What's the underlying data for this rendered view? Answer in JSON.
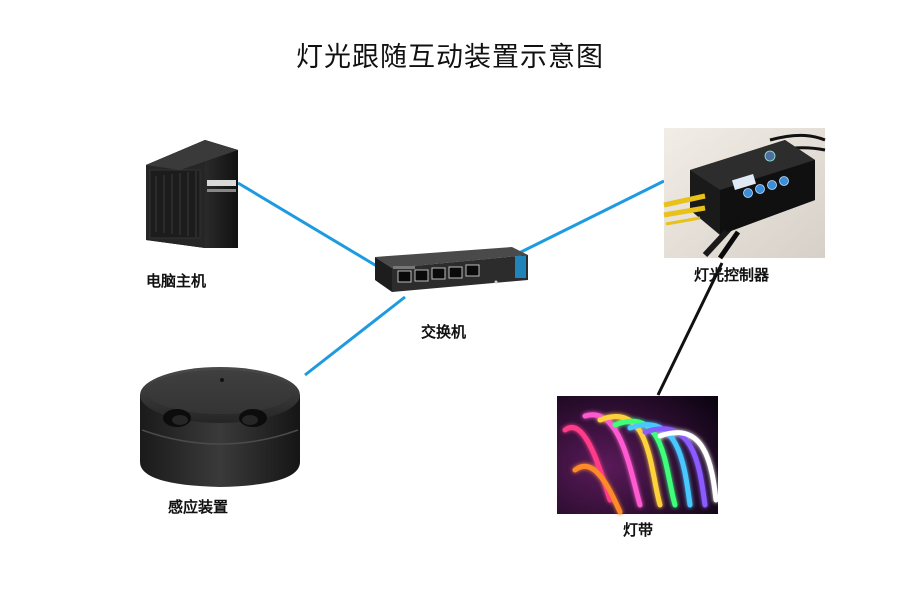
{
  "title": "灯光跟随互动装置示意图",
  "nodes": {
    "computer": {
      "label": "电脑主机",
      "icon": "computer-tower-icon"
    },
    "switch": {
      "label": "交换机",
      "icon": "network-switch-icon"
    },
    "controller": {
      "label": "灯光控制器",
      "icon": "light-controller-icon"
    },
    "sensor": {
      "label": "感应装置",
      "icon": "sensor-device-icon"
    },
    "strip": {
      "label": "灯带",
      "icon": "neon-light-strip-icon"
    }
  },
  "colors": {
    "network_link": "#1e9be0",
    "signal_link": "#111111"
  }
}
